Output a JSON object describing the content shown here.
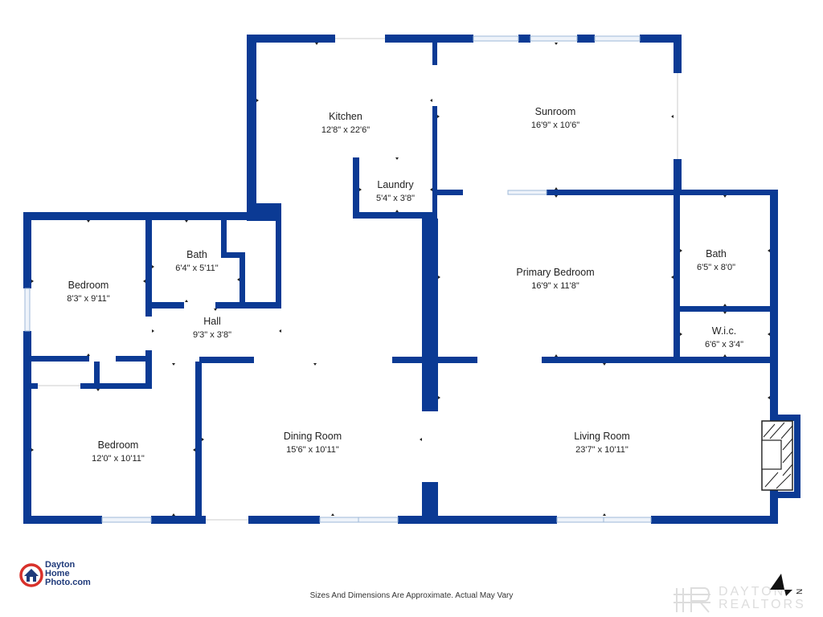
{
  "rooms": {
    "kitchen": {
      "name": "Kitchen",
      "dim": "12'8\" x 22'6\""
    },
    "sunroom": {
      "name": "Sunroom",
      "dim": "16'9\" x 10'6\""
    },
    "laundry": {
      "name": "Laundry",
      "dim": "5'4\" x 3'8\""
    },
    "bath_left": {
      "name": "Bath",
      "dim": "6'4\" x 5'11\""
    },
    "bedroom_top": {
      "name": "Bedroom",
      "dim": "8'3\" x 9'11\""
    },
    "hall": {
      "name": "Hall",
      "dim": "9'3\" x 3'8\""
    },
    "primary_bedroom": {
      "name": "Primary Bedroom",
      "dim": "16'9\" x 11'8\""
    },
    "bath_right": {
      "name": "Bath",
      "dim": "6'5\" x 8'0\""
    },
    "wic": {
      "name": "W.i.c.",
      "dim": "6'6\" x 3'4\""
    },
    "bedroom_bottom": {
      "name": "Bedroom",
      "dim": "12'0\" x 10'11\""
    },
    "dining_room": {
      "name": "Dining Room",
      "dim": "15'6\" x 10'11\""
    },
    "living_room": {
      "name": "Living Room",
      "dim": "23'7\" x 10'11\""
    }
  },
  "footer": {
    "disclaimer": "Sizes And Dimensions Are Approximate. Actual May Vary"
  },
  "logo": {
    "line1": "Dayton",
    "line2": "Home",
    "line3": "Photo.com"
  },
  "watermark": {
    "line1": "DAYTON",
    "line2": "REALTORS"
  },
  "compass": {
    "label": "N"
  },
  "colors": {
    "wall": "#0b3a94",
    "window": "#9fb8d8",
    "logo_red": "#d8312b",
    "logo_blue": "#1f3a7a"
  }
}
